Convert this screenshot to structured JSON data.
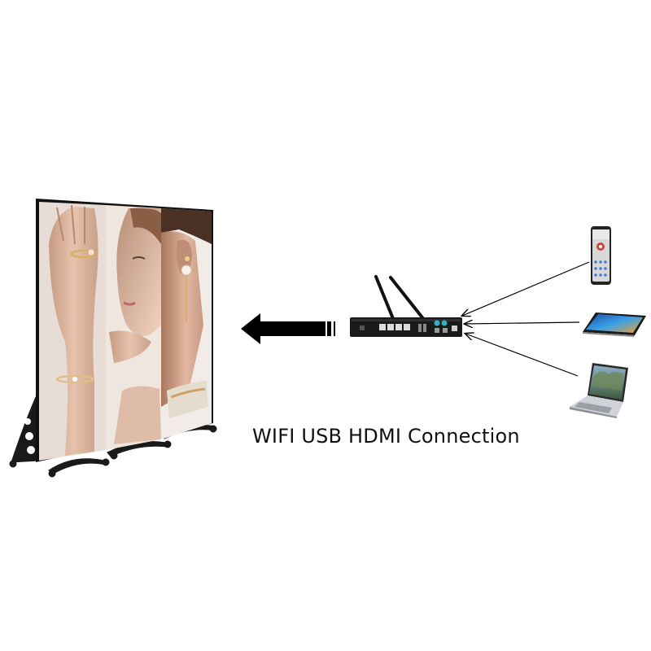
{
  "caption": "WIFI USB HDMI Connection",
  "nodes": {
    "display": "led-poster-display",
    "controller": "media-player-box",
    "sources": [
      "smartphone",
      "tablet",
      "laptop"
    ]
  },
  "colors": {
    "background": "#ffffff",
    "arrow": "#000000",
    "device_body": "#1a1a1a",
    "skin_tone": "#d9b29a"
  }
}
